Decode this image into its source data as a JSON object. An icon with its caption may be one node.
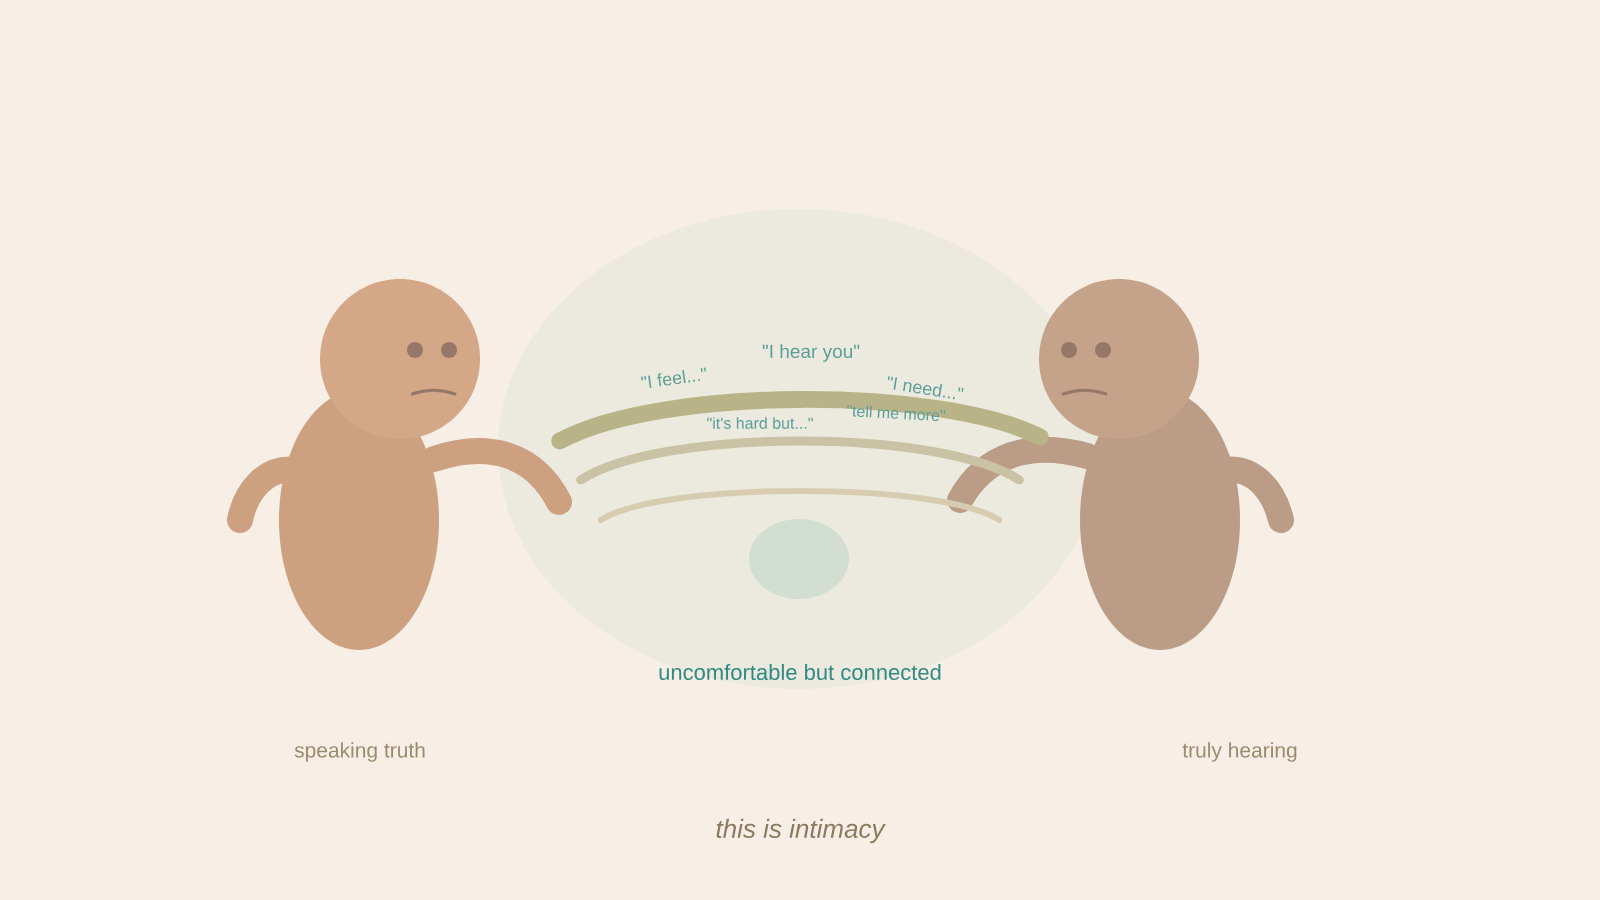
{
  "diagram": {
    "caption": "this is intimacy",
    "nodes": [
      {
        "text": [],
        "shape": "person"
      },
      {
        "text": [],
        "shape": "person"
      }
    ],
    "edges": [
      {
        "from": 0,
        "to": 1,
        "arrow": "none",
        "style": "thick",
        "color": "#b9b388"
      },
      {
        "from": 0,
        "to": 1,
        "arrow": "none",
        "color": "#c9c2a4"
      },
      {
        "from": 0,
        "to": 1,
        "arrow": "none",
        "color": "#d8ccb0"
      }
    ],
    "labels": [
      "\"I hear you\"",
      "\"I feel...\"",
      "\"I need...\"",
      "\"it's hard but...\"",
      "\"tell me more\"",
      "uncomfortable but connected",
      "speaking truth",
      "truly hearing"
    ]
  }
}
